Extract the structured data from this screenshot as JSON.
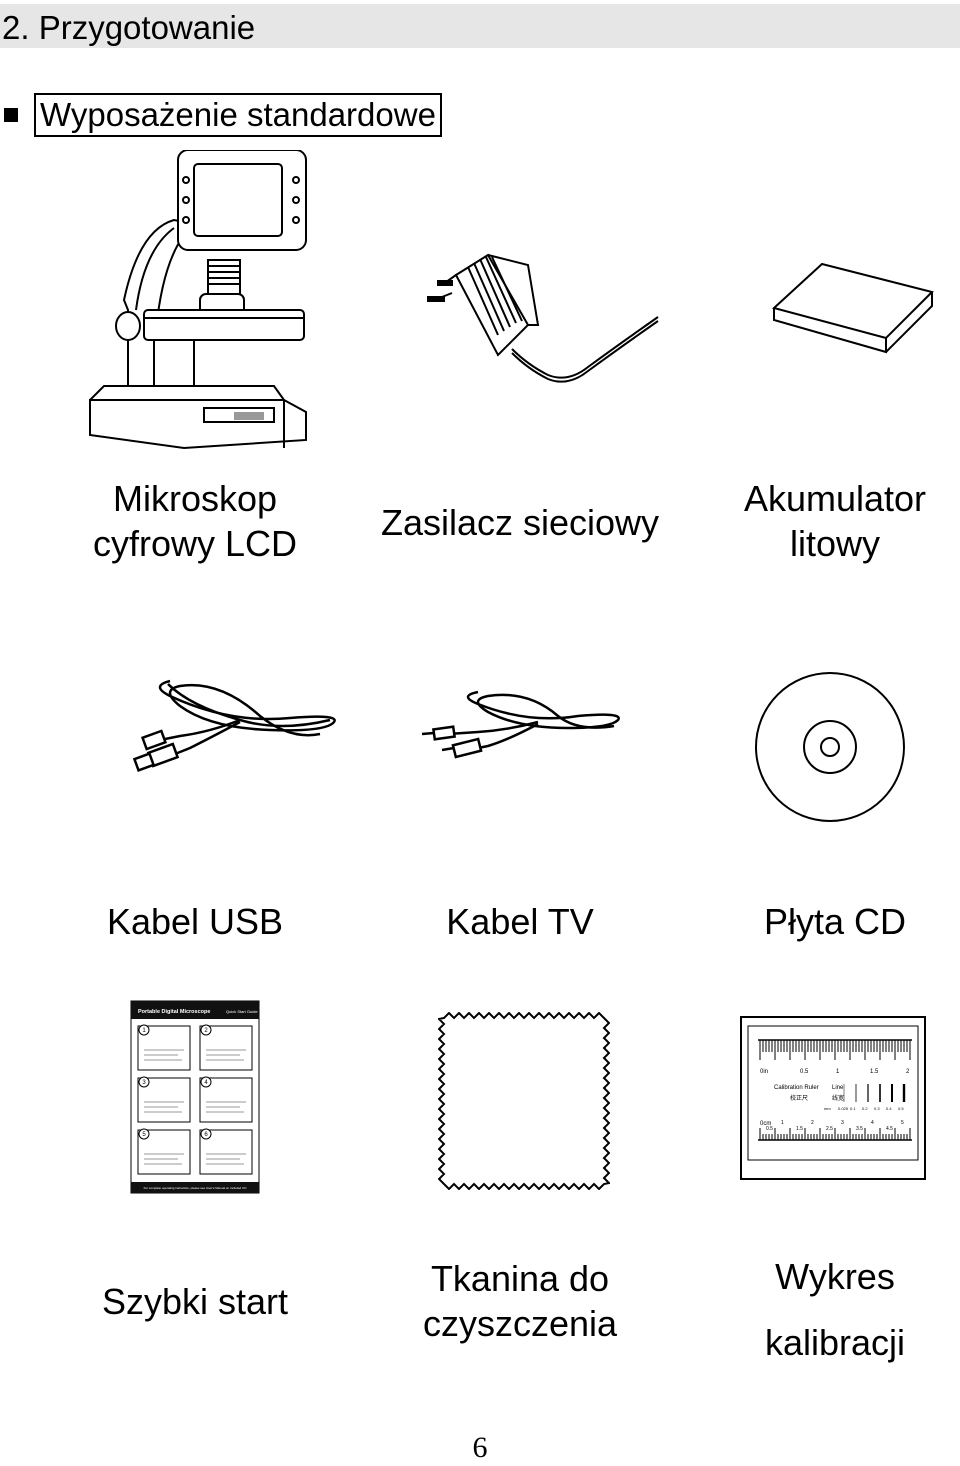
{
  "header": {
    "title": "2. Przygotowanie"
  },
  "section": {
    "bullet": "■",
    "title": "Wyposażenie standardowe"
  },
  "items": [
    {
      "icon": "microscope-icon",
      "lines": [
        "Mikroskop",
        "cyfrowy LCD"
      ]
    },
    {
      "icon": "power-adapter-icon",
      "lines": [
        "Zasilacz sieciowy"
      ]
    },
    {
      "icon": "battery-icon",
      "lines": [
        "Akumulator",
        "litowy"
      ]
    },
    {
      "icon": "usb-cable-icon",
      "lines": [
        "Kabel USB"
      ]
    },
    {
      "icon": "tv-cable-icon",
      "lines": [
        "Kabel TV"
      ]
    },
    {
      "icon": "cd-icon",
      "lines": [
        "Płyta CD"
      ]
    },
    {
      "icon": "quick-start-guide-icon",
      "lines": [
        "Szybki start"
      ]
    },
    {
      "icon": "cleaning-cloth-icon",
      "lines": [
        "Tkanina do",
        "czyszczenia"
      ]
    },
    {
      "icon": "calibration-chart-icon",
      "lines": [
        "Wykres",
        "kalibracji"
      ]
    }
  ],
  "guide": {
    "title": "Portable Digital Microscope",
    "subtitle": "Quick Start Guide",
    "steps": [
      "1",
      "2",
      "3",
      "4",
      "5",
      "6"
    ],
    "footer": "For complete operating instruction, please see User's Manual on included CD"
  },
  "calibration": {
    "ruler_label": "Calibration Ruler",
    "ruler_label_cn": "校正尺",
    "line_label": "Line",
    "line_label_cn": "线宽",
    "in_label": "0in",
    "cm_label": "0cm",
    "in_ticks": [
      "0.5",
      "1",
      "1.5",
      "2"
    ],
    "cm_ticks": [
      "0.5",
      "1",
      "1.5",
      "2",
      "2.5",
      "3",
      "3.5",
      "4",
      "4.5",
      "5"
    ],
    "mm_label": "mm",
    "line_widths": [
      "0.025",
      "0.1",
      "0.2",
      "0.3",
      "0.4",
      "0.5"
    ]
  },
  "page": {
    "number": "6"
  }
}
